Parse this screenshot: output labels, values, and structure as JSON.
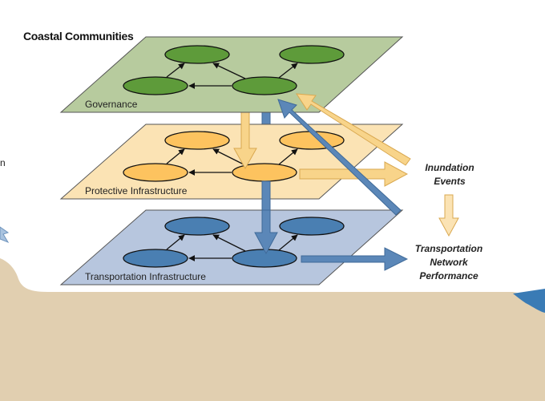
{
  "title": "Coastal Communities",
  "layers": {
    "governance": "Governance",
    "protective": "Protective Infrastructure",
    "transportation": "Transportation Infrastructure"
  },
  "side_labels": {
    "inundation_line1": "Inundation",
    "inundation_line2": "Events",
    "transport_line1": "Transportation",
    "transport_line2": "Network",
    "transport_line3": "Performance"
  },
  "partial_text": "n",
  "colors": {
    "governance_plane": "#b7cb9e",
    "governance_node": "#5e9b3a",
    "protective_plane": "#fbe3b4",
    "protective_node": "#fdc35f",
    "transport_plane": "#b7c6de",
    "transport_node": "#4a7fb2",
    "yellow_arrow": "#f8d48a",
    "blue_arrow": "#5b87b8",
    "ground": "#e1cfb0",
    "water": "#3a7bb5"
  }
}
